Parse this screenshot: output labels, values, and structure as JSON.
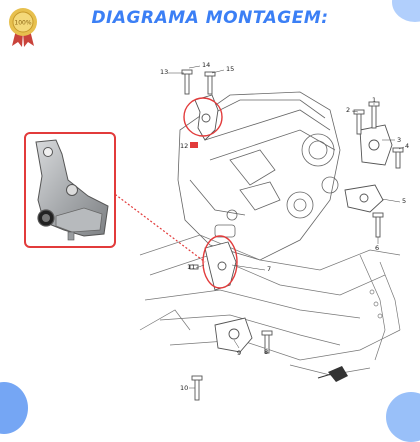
{
  "title": "DIAGRAMA MONTAGEM:",
  "seal": {
    "text": "100%",
    "icon": "quality-seal-icon"
  },
  "callouts": {
    "n1": "1",
    "n2": "2",
    "n3": "3",
    "n4": "4",
    "n5": "5",
    "n6": "6",
    "n7": "7",
    "n8": "8",
    "n9": "9",
    "n10": "10",
    "n11": "11",
    "n12": "12",
    "n13": "13",
    "n14": "14",
    "n15": "15"
  },
  "colors": {
    "accent": "#3b7ff5",
    "highlight": "#e23b3b",
    "line": "#555555"
  }
}
